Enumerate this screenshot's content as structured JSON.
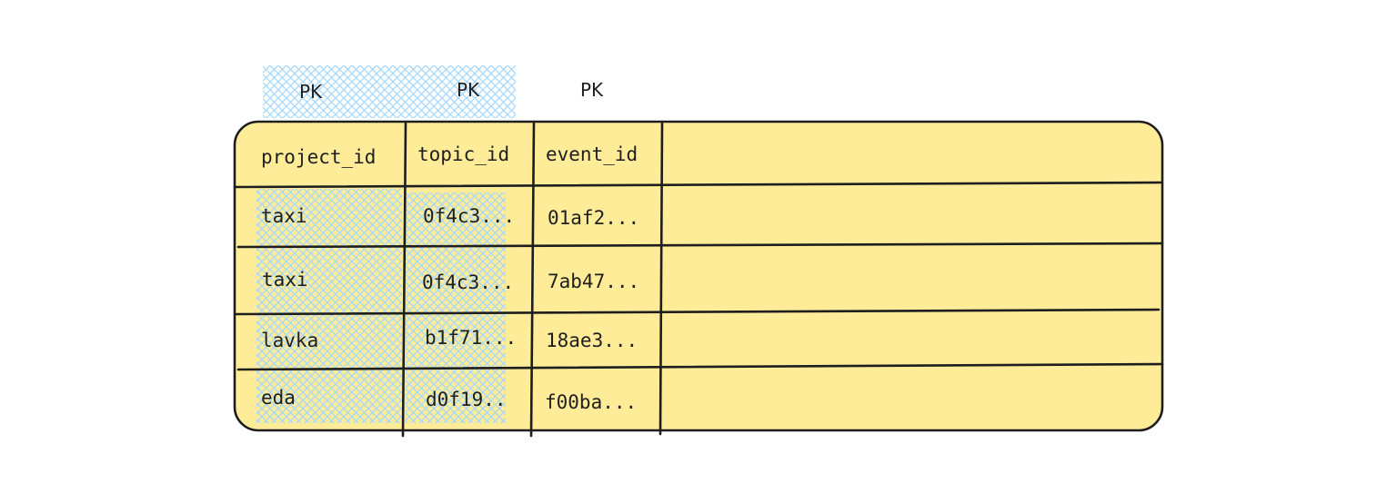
{
  "colors": {
    "table_fill": "#ffec99",
    "stroke": "#1e1e1e",
    "hatch": "#a5d8ff"
  },
  "pk_labels": [
    "PK",
    "PK",
    "PK"
  ],
  "table": {
    "columns": [
      "project_id",
      "topic_id",
      "event_id",
      ""
    ],
    "rows": [
      [
        "taxi",
        "0f4c3...",
        "01af2...",
        ""
      ],
      [
        "taxi",
        "0f4c3...",
        "7ab47...",
        ""
      ],
      [
        "lavka",
        "b1f71...",
        "18ae3...",
        ""
      ],
      [
        "eda",
        "d0f19..",
        "f00ba...",
        ""
      ]
    ]
  }
}
